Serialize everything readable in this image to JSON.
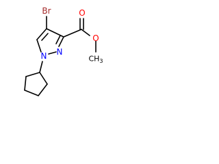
{
  "structure": {
    "atoms": {
      "bromine": "Br",
      "ring_nitrogen_1": "N",
      "ring_nitrogen_2": "N",
      "ester_carbonyl_oxygen": "O",
      "ester_ether_oxygen": "O",
      "methyl": "CH3"
    }
  },
  "colors": {
    "bond": "#000000",
    "bromine": "#A52A2A",
    "nitrogen": "#0000FF",
    "oxygen": "#FF0000",
    "carbon": "#000000"
  }
}
